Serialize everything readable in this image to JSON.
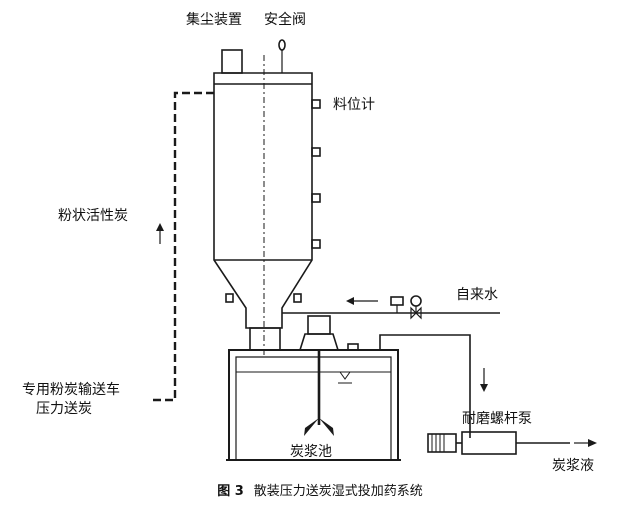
{
  "labels": {
    "dust_collector": "集尘装置",
    "safety_valve": "安全阀",
    "level_gauge": "料位计",
    "powder_carbon": "粉状活性炭",
    "truck_line1": "专用粉炭输送车",
    "truck_line2": "压力送炭",
    "tap_water": "自来水",
    "screw_pump": "耐磨螺杆泵",
    "slurry_tank": "炭浆池",
    "slurry_liquid": "炭浆液"
  },
  "caption": {
    "figure_no": "图 3",
    "title": "散装压力送炭湿式投加药系统"
  },
  "colors": {
    "line": "#1a1a1a",
    "text": "#111111",
    "background": "#ffffff"
  }
}
